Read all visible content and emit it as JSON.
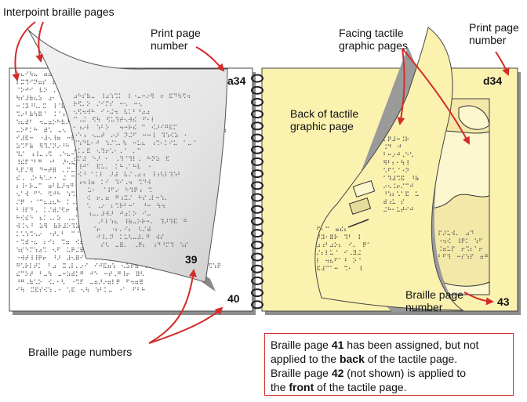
{
  "labels": {
    "interpoint": "Interpoint braille pages",
    "print_page_number": "Print page number",
    "print_page_number_right": "Print page number",
    "facing_tactile": "Facing tactile graphic pages",
    "back_of_tactile": "Back of tactile graphic page",
    "braille_page_numbers": "Braille page numbers",
    "braille_page_number": "Braille page number"
  },
  "page_numbers": {
    "left_print": "a34",
    "right_print": "d34",
    "curl_braille": "39",
    "left_braille": "40",
    "right_braille": "43"
  },
  "note": {
    "line1_a": "Braille page ",
    "line1_b": "41",
    "line1_c": " has been assigned, but not",
    "line2_a": "applied to the ",
    "line2_b": "back",
    "line2_c": " of the tactile page.",
    "line3_a": "Braille page ",
    "line3_b": "42",
    "line3_c": " (not shown) is applied to",
    "line4_a": "the ",
    "line4_b": "front",
    "line4_c": " of the tactile page."
  },
  "colors": {
    "arrow": "#d42b2b",
    "tactile": "#fbf2b0",
    "page": "#ffffff",
    "shadow": "#9a9a9a"
  }
}
